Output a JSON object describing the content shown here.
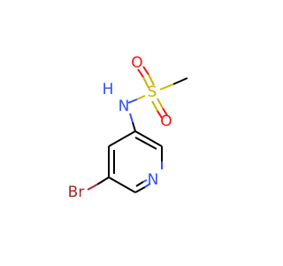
{
  "molecule": {
    "atoms": {
      "O1": {
        "symbol": "O",
        "color": "#ff0d0d"
      },
      "S": {
        "symbol": "S",
        "color": "#c8b400"
      },
      "O2": {
        "symbol": "O",
        "color": "#ff0d0d"
      },
      "NH": {
        "symbol": "N",
        "h": "H",
        "color": "#3050f8"
      },
      "N": {
        "symbol": "N",
        "color": "#3050f8"
      },
      "Br": {
        "symbol": "Br",
        "color": "#a62929"
      }
    },
    "colors": {
      "carbon_bond": "#000000",
      "background": "#ffffff"
    }
  }
}
